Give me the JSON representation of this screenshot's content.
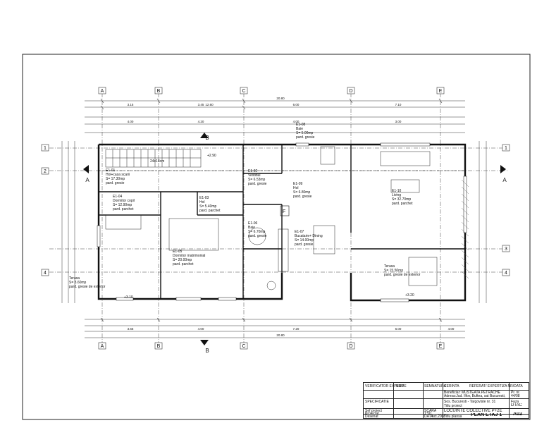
{
  "plan": {
    "grid_letters": [
      "A",
      "B",
      "C",
      "D",
      "E"
    ],
    "grid_numbers": [
      "1",
      "2",
      "3",
      "4"
    ],
    "section_marks": [
      "A",
      "B"
    ],
    "dims_top_overall": "20.80",
    "dims_top_total": "12.60",
    "dims_top_segments": [
      "3.15",
      "3.45",
      "6.00",
      "7.10"
    ],
    "dims_top_segments2": [
      "4.00",
      "4.20",
      "4.00",
      "3.00"
    ],
    "dims_bottom_overall": "20.80",
    "dims_bottom_segments": [
      "3.65",
      "4.00",
      "7.20",
      "6.00",
      "4.00"
    ],
    "level_marks": [
      "+2.90",
      "+3.10",
      "+3.20"
    ],
    "rooms": [
      {
        "code": "E1-01",
        "name": "Hol+casa scarii",
        "area": "S= 17.30mp",
        "finish": "pard. gresie"
      },
      {
        "code": "E1-02",
        "name": "Vestibul",
        "area": "S= 6.53mp",
        "finish": "pard. gresie"
      },
      {
        "code": "E1-03",
        "name": "Hol",
        "area": "S= 5.40mp",
        "finish": "pard. parchet"
      },
      {
        "code": "E1-04",
        "name": "Dormitor copil",
        "area": "S= 12.90mp",
        "finish": "pard. parchet"
      },
      {
        "code": "E1-05",
        "name": "Dormitor matrimonial",
        "area": "S= 20.00mp",
        "finish": "pard. parchet"
      },
      {
        "code": "E1-06",
        "name": "Baie",
        "area": "S= 6.70mp",
        "finish": "pard. gresie"
      },
      {
        "code": "E1-07",
        "name": "Bucatarie+ Dining",
        "area": "S= 14.00mp",
        "finish": "pard. gresie"
      },
      {
        "code": "E1-08",
        "name": "Baie",
        "area": "S= 5.00mp",
        "finish": "pard. gresie"
      },
      {
        "code": "E1-09",
        "name": "Hol",
        "area": "S= 6.80mp",
        "finish": "pard. gresie"
      },
      {
        "code": "E1-10",
        "name": "Living",
        "area": "S= 32.70mp",
        "finish": "pard. parchet"
      },
      {
        "code": "",
        "name": "Terasa",
        "area": "S= 3.60mp",
        "finish": "pard. gresie de exterior"
      },
      {
        "code": "",
        "name": "Terasa",
        "area": "S= 15.50mp",
        "finish": "pard. gresie de exterior"
      }
    ],
    "stair_label": "24x18cm",
    "fireplace_label": "F"
  },
  "title_block": {
    "verificator_label": "VERIFICATOR EXPERT",
    "nume_label": "NUME",
    "semnatura_label": "SEMNATURA",
    "cerinta_label": "CERINTA",
    "referat_label": "REFERAT/ EXPERTIZA NR/DATA",
    "specificatie_label": "SPECIFICATIE",
    "sef_proiect_label": "Sef proiect",
    "proiectat_label": "Proiectat",
    "desenat_label": "Desenat",
    "scara_label": "SCARA",
    "scara_value": "1:50",
    "data_label": "DATA",
    "data_value": "oct.2008",
    "beneficiar": "Beneficiar: MUSTEATA PETRACHE",
    "adresa": "Adresa:Jud. Ilfov, Buftea, sat Bucuresti,",
    "adresa2": "Sos. Bucuresti - Targoviste nr. 31",
    "titlu_proiect_label": "Titlu proiect",
    "titlu_proiect": "LOCUINTE COLECTIVE P+2E",
    "titlu_plansa_label": "Titlu plansa",
    "titlu_plansa": "PLAN ETAJ 1",
    "pr_nr_label": "Pr. nr.",
    "pr_nr": "44/08",
    "faza_label": "Faza",
    "faza": "DTAC",
    "plansa_nr": "A02"
  }
}
